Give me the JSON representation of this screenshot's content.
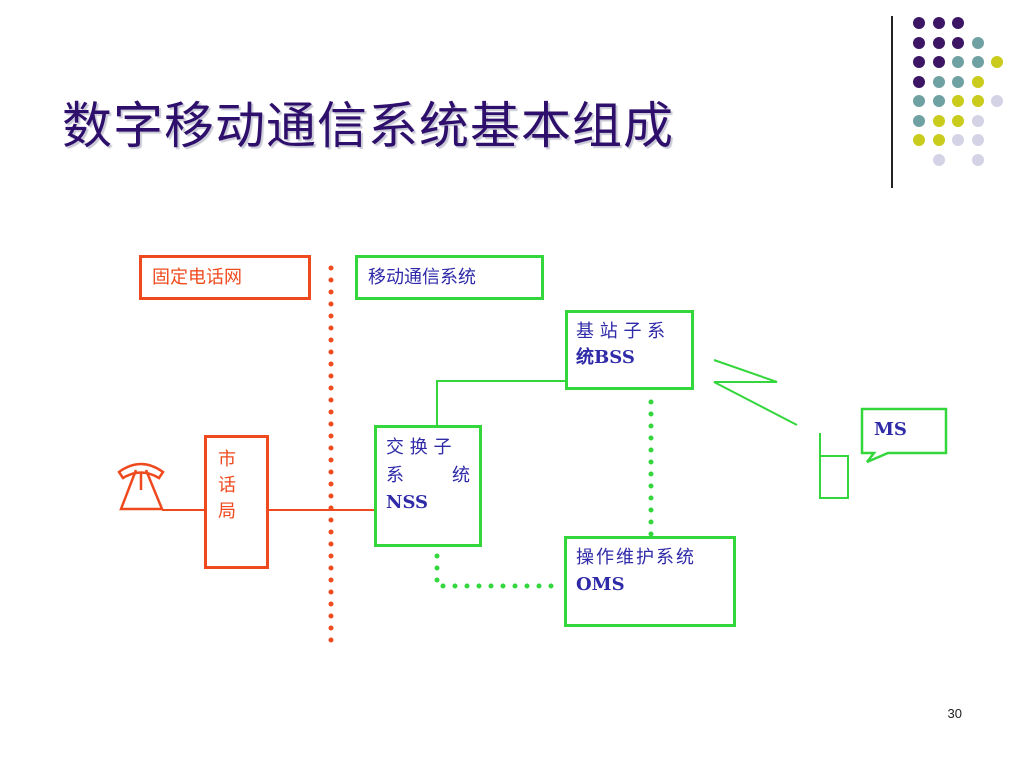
{
  "slide": {
    "title": "数字移动通信系统基本组成",
    "page_number": "30"
  },
  "decoration": {
    "colors": {
      "purple": "#3c1664",
      "teal": "#6fa1a2",
      "yellow": "#c9cc1c",
      "lavender": "#d4d3e6"
    }
  },
  "diagram": {
    "fixed_network_label": "固定电话网",
    "mobile_system_label": "移动通信系统",
    "local_exchange_label": [
      "市",
      "话",
      "局"
    ],
    "nss_label": {
      "line1": "交 换 子",
      "line2a": "系",
      "line2b": "统",
      "line3": "NSS"
    },
    "bss_label": {
      "line1": "基 站 子 系",
      "line2": "统BSS"
    },
    "oms_label": {
      "line1": "操作维护系统",
      "line2": "OMS"
    },
    "ms_label": "MS",
    "colors": {
      "red": "#ef4a1e",
      "green": "#33d63b",
      "text": "#2f2aa8"
    }
  }
}
